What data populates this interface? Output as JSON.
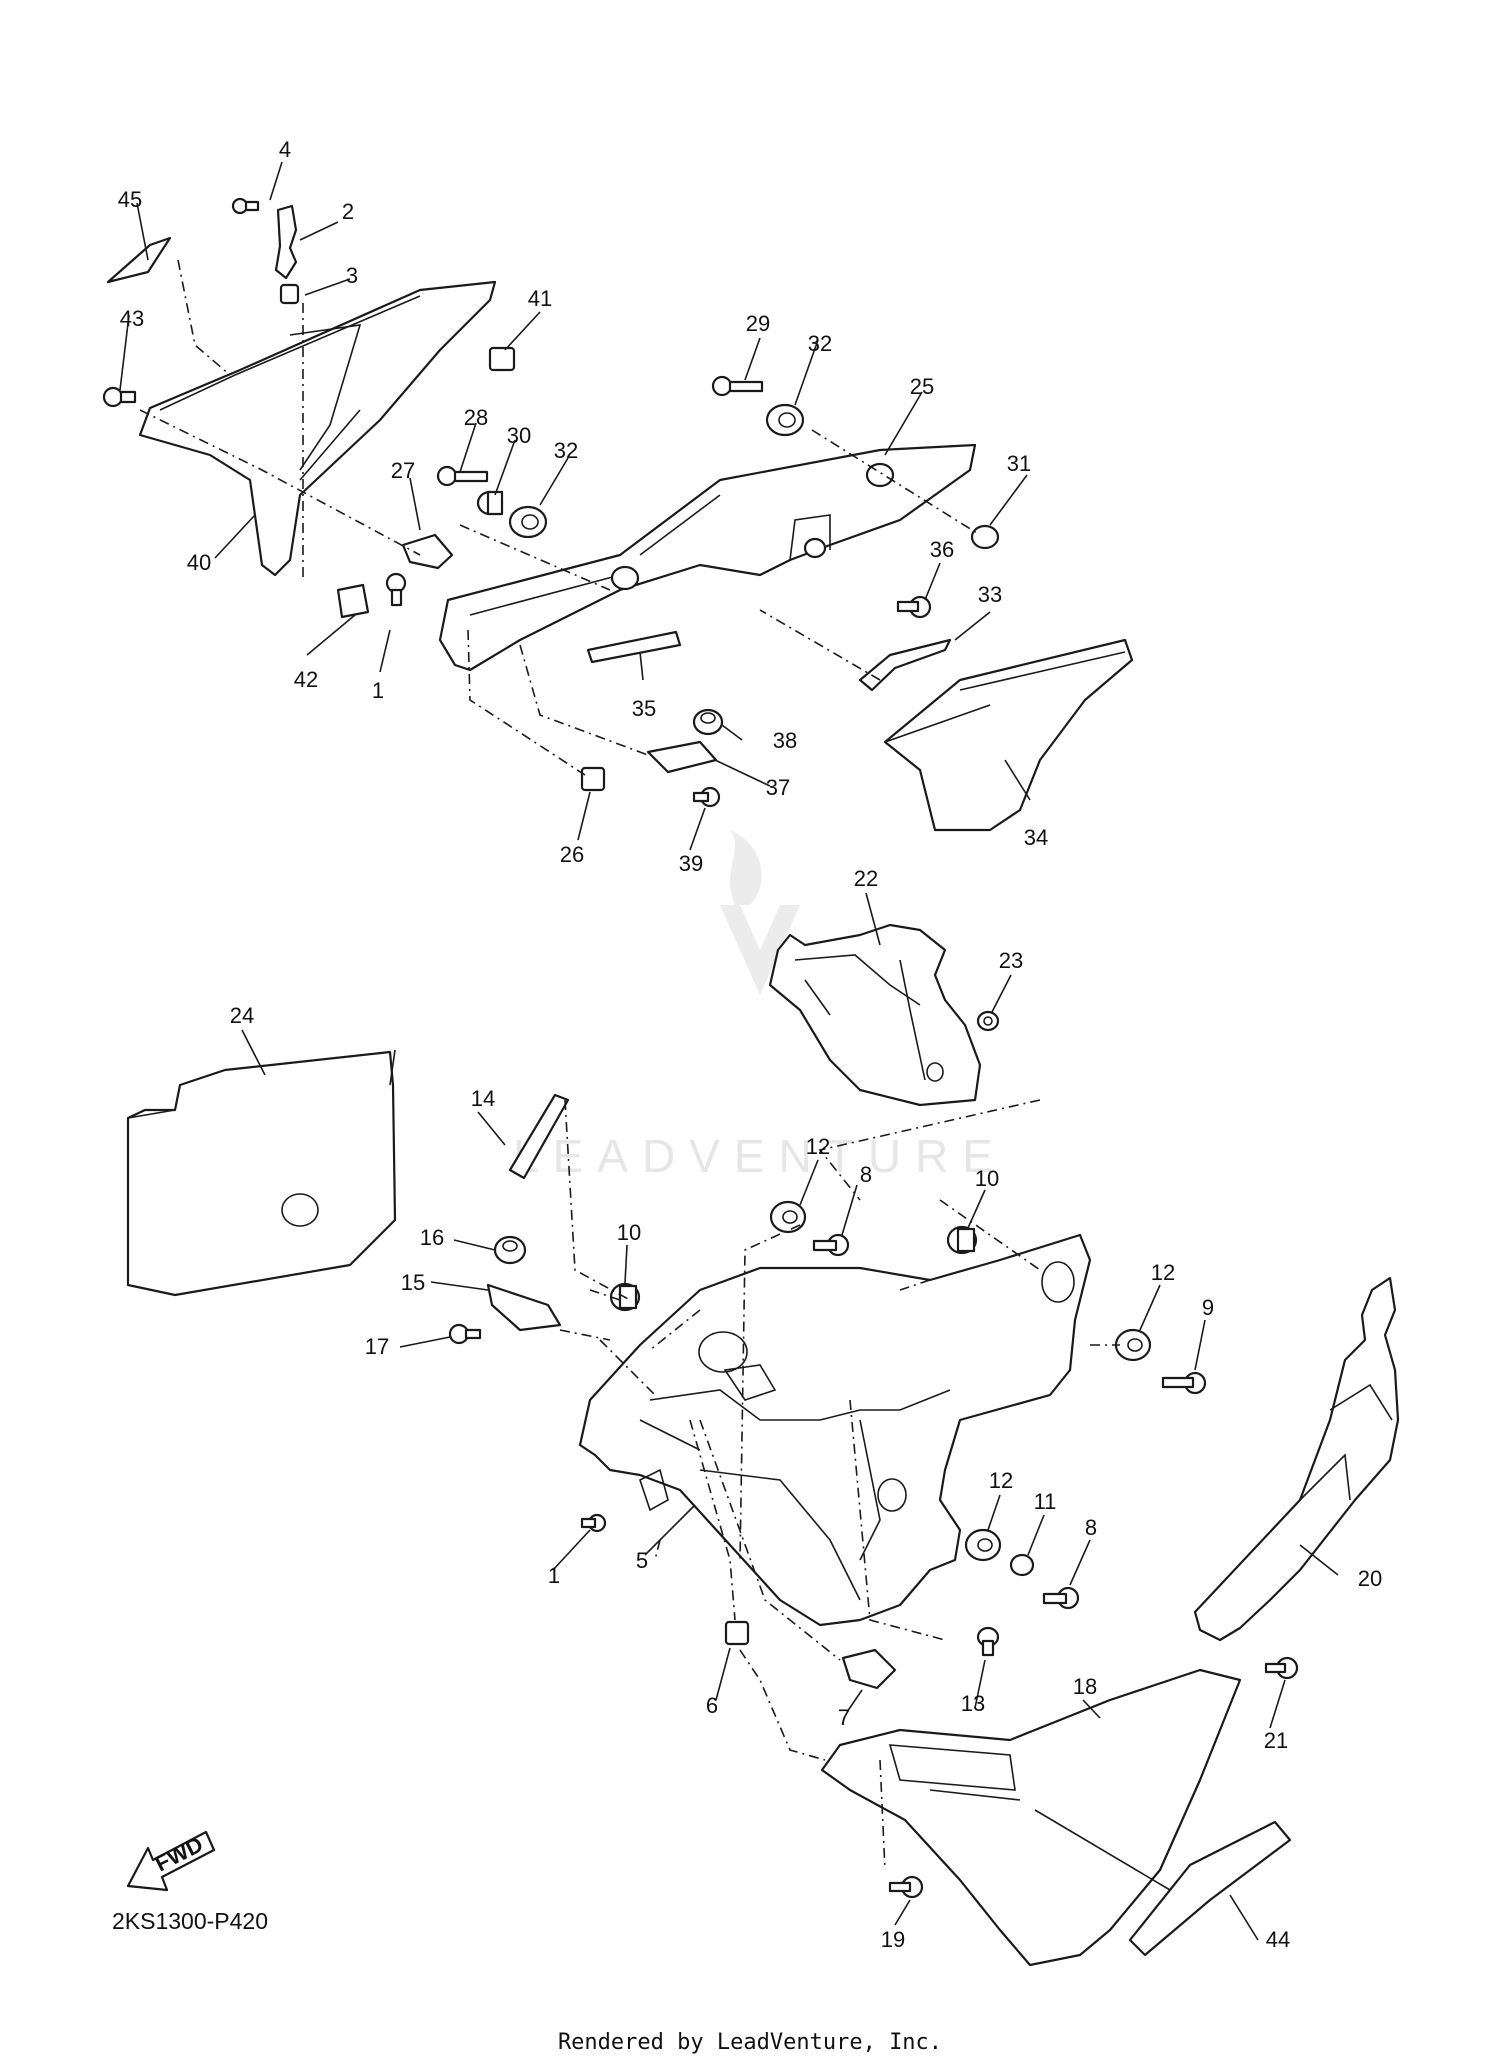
{
  "diagram": {
    "code": "2KS1300-P420",
    "footer": "Rendered by LeadVenture, Inc.",
    "watermark": "LEADVENTURE",
    "fwd_label": "FWD",
    "callouts": [
      {
        "id": "4",
        "label": "4"
      },
      {
        "id": "2",
        "label": "2"
      },
      {
        "id": "3",
        "label": "3"
      },
      {
        "id": "45",
        "label": "45"
      },
      {
        "id": "43",
        "label": "43"
      },
      {
        "id": "41",
        "label": "41"
      },
      {
        "id": "40",
        "label": "40"
      },
      {
        "id": "42",
        "label": "42"
      },
      {
        "id": "1a",
        "label": "1"
      },
      {
        "id": "29",
        "label": "29"
      },
      {
        "id": "32a",
        "label": "32"
      },
      {
        "id": "25",
        "label": "25"
      },
      {
        "id": "28",
        "label": "28"
      },
      {
        "id": "30",
        "label": "30"
      },
      {
        "id": "32b",
        "label": "32"
      },
      {
        "id": "31",
        "label": "31"
      },
      {
        "id": "27",
        "label": "27"
      },
      {
        "id": "36",
        "label": "36"
      },
      {
        "id": "33",
        "label": "33"
      },
      {
        "id": "35",
        "label": "35"
      },
      {
        "id": "38",
        "label": "38"
      },
      {
        "id": "37",
        "label": "37"
      },
      {
        "id": "34",
        "label": "34"
      },
      {
        "id": "26",
        "label": "26"
      },
      {
        "id": "39",
        "label": "39"
      },
      {
        "id": "22",
        "label": "22"
      },
      {
        "id": "23",
        "label": "23"
      },
      {
        "id": "24",
        "label": "24"
      },
      {
        "id": "14",
        "label": "14"
      },
      {
        "id": "12a",
        "label": "12"
      },
      {
        "id": "8a",
        "label": "8"
      },
      {
        "id": "10a",
        "label": "10"
      },
      {
        "id": "10b",
        "label": "10"
      },
      {
        "id": "16",
        "label": "16"
      },
      {
        "id": "15",
        "label": "15"
      },
      {
        "id": "17",
        "label": "17"
      },
      {
        "id": "12b",
        "label": "12"
      },
      {
        "id": "9",
        "label": "9"
      },
      {
        "id": "12c",
        "label": "12"
      },
      {
        "id": "11",
        "label": "11"
      },
      {
        "id": "8b",
        "label": "8"
      },
      {
        "id": "1b",
        "label": "1"
      },
      {
        "id": "5",
        "label": "5"
      },
      {
        "id": "20",
        "label": "20"
      },
      {
        "id": "6",
        "label": "6"
      },
      {
        "id": "7",
        "label": "7"
      },
      {
        "id": "13",
        "label": "13"
      },
      {
        "id": "18",
        "label": "18"
      },
      {
        "id": "21",
        "label": "21"
      },
      {
        "id": "19",
        "label": "19"
      },
      {
        "id": "44",
        "label": "44"
      }
    ]
  }
}
